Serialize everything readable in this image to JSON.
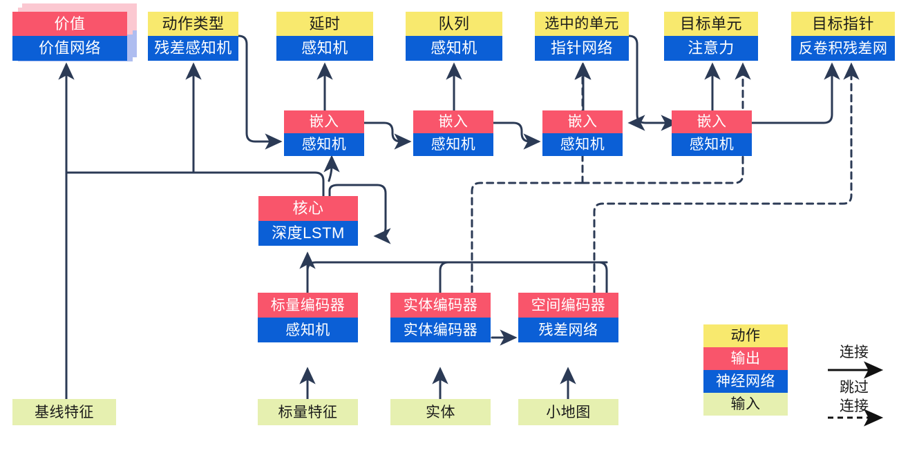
{
  "diagram": {
    "title": "AlphaStar-style network architecture diagram (Chinese labels)",
    "palette": {
      "action": "#f8e96e",
      "output": "#f9556b",
      "network": "#0b5fd6",
      "input": "#e6f0b0",
      "wire": "#2b3a55",
      "stack_top": "#fbc8d1",
      "stack_bottom": "#aebdf0"
    }
  },
  "nodes": {
    "value": {
      "top": "价值",
      "bottom": "价值网络"
    },
    "action_type": {
      "top": "动作类型",
      "bottom": "残差感知机"
    },
    "delay": {
      "top": "延时",
      "bottom": "感知机"
    },
    "queued": {
      "top": "队列",
      "bottom": "感知机"
    },
    "selected_units": {
      "top": "选中的单元",
      "bottom": "指针网络"
    },
    "target_unit": {
      "top": "目标单元",
      "bottom": "注意力"
    },
    "target_point": {
      "top": "目标指针",
      "bottom": "反卷积残差网"
    },
    "embed_1": {
      "top": "嵌入",
      "bottom": "感知机"
    },
    "embed_2": {
      "top": "嵌入",
      "bottom": "感知机"
    },
    "embed_3": {
      "top": "嵌入",
      "bottom": "感知机"
    },
    "embed_4": {
      "top": "嵌入",
      "bottom": "感知机"
    },
    "core": {
      "top": "核心",
      "bottom": "深度LSTM"
    },
    "scalar_encoder": {
      "top": "标量编码器",
      "bottom": "感知机"
    },
    "entity_encoder": {
      "top": "实体编码器",
      "bottom": "实体编码器"
    },
    "spatial_encoder": {
      "top": "空间编码器",
      "bottom": "残差网络"
    },
    "baseline_features": {
      "label": "基线特征"
    },
    "scalar_features": {
      "label": "标量特征"
    },
    "entities": {
      "label": "实体"
    },
    "minimap": {
      "label": "小地图"
    }
  },
  "legend": {
    "swatches": [
      {
        "key": "action",
        "label": "动作"
      },
      {
        "key": "output",
        "label": "输出"
      },
      {
        "key": "network",
        "label": "神经网络"
      },
      {
        "key": "input",
        "label": "输入"
      }
    ],
    "connection_label": "连接",
    "skip_label_line1": "跳过",
    "skip_label_line2": "连接"
  }
}
